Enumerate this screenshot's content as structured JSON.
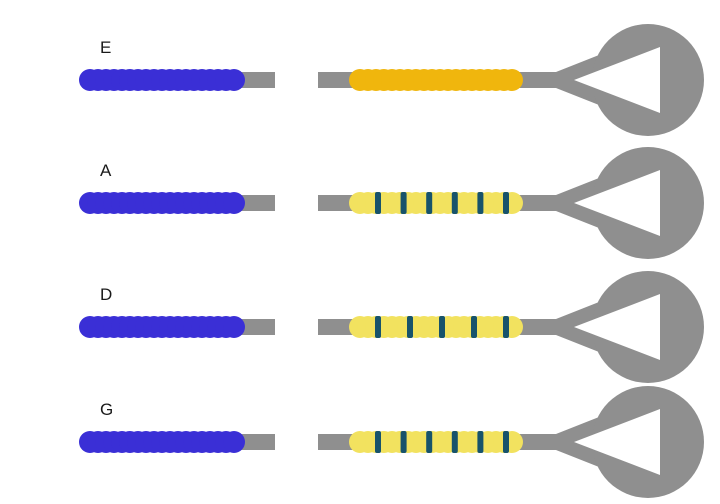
{
  "figure": {
    "description": "Four filament rows labeled E, A, D and G; each row has a blue coiled segment with a gray stub on the left, and on the right a gray shaft with a wound segment (solid golden for E, pale yellow with dark bands for A, D, G) ending in a gray teardrop head with a triangular cutout",
    "background_color": "#ffffff",
    "colors": {
      "left_coil": "#3a2fd6",
      "hardware_gray": "#8f8f8f",
      "winding_solid": "#f0b60d",
      "winding_pale": "#f2e25f",
      "stripe_dark": "#17536b",
      "label_text": "#1a1a1a",
      "cutout": "#ffffff"
    },
    "rows": [
      {
        "label": "E",
        "winding_style": "solid",
        "stripe_count": 0
      },
      {
        "label": "A",
        "winding_style": "striped",
        "stripe_count": 6
      },
      {
        "label": "D",
        "winding_style": "striped",
        "stripe_count": 5
      },
      {
        "label": "G",
        "winding_style": "striped",
        "stripe_count": 6
      }
    ]
  }
}
